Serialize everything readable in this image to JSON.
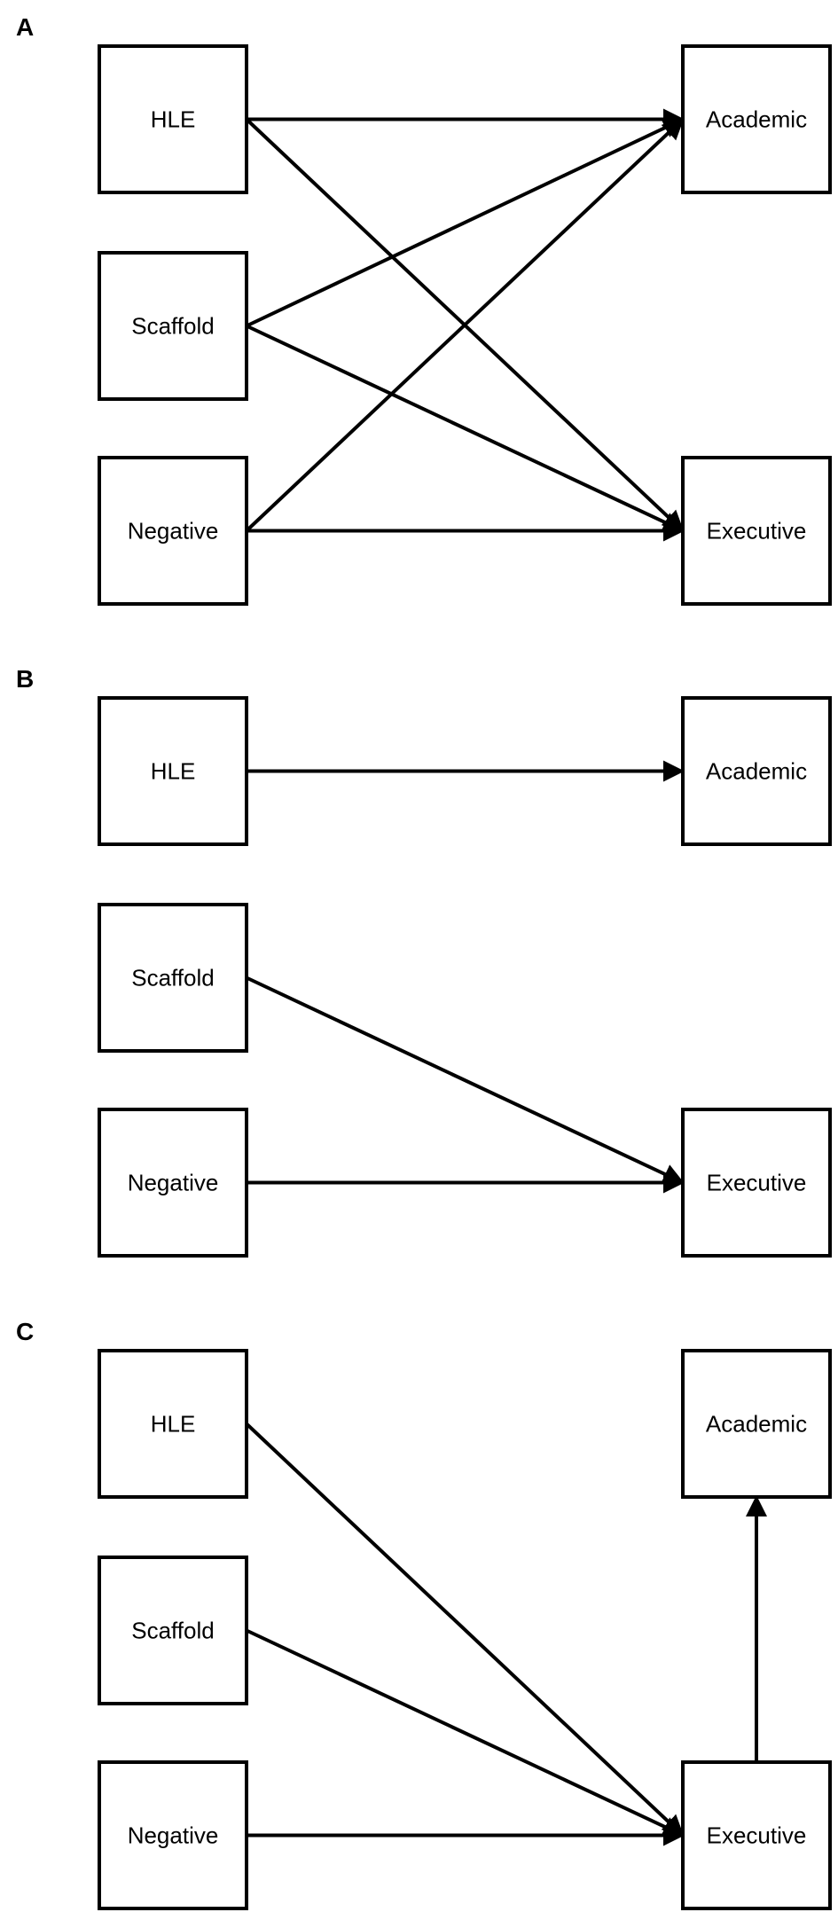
{
  "diagram": {
    "line_color": "#000000",
    "node_names": {
      "HLE": "HLE",
      "Scaffold": "Scaffold",
      "Negative": "Negative",
      "Academic": "Academic",
      "Executive": "Executive"
    },
    "panels": [
      {
        "label": "A",
        "edges": [
          {
            "from": "HLE",
            "to": "Academic"
          },
          {
            "from": "HLE",
            "to": "Executive"
          },
          {
            "from": "Scaffold",
            "to": "Academic"
          },
          {
            "from": "Scaffold",
            "to": "Executive"
          },
          {
            "from": "Negative",
            "to": "Academic"
          },
          {
            "from": "Negative",
            "to": "Executive"
          }
        ]
      },
      {
        "label": "B",
        "edges": [
          {
            "from": "HLE",
            "to": "Academic"
          },
          {
            "from": "Scaffold",
            "to": "Executive"
          },
          {
            "from": "Negative",
            "to": "Executive"
          }
        ]
      },
      {
        "label": "C",
        "edges": [
          {
            "from": "HLE",
            "to": "Executive"
          },
          {
            "from": "Scaffold",
            "to": "Executive"
          },
          {
            "from": "Negative",
            "to": "Executive"
          },
          {
            "from": "Executive",
            "to": "Academic"
          }
        ]
      }
    ]
  }
}
